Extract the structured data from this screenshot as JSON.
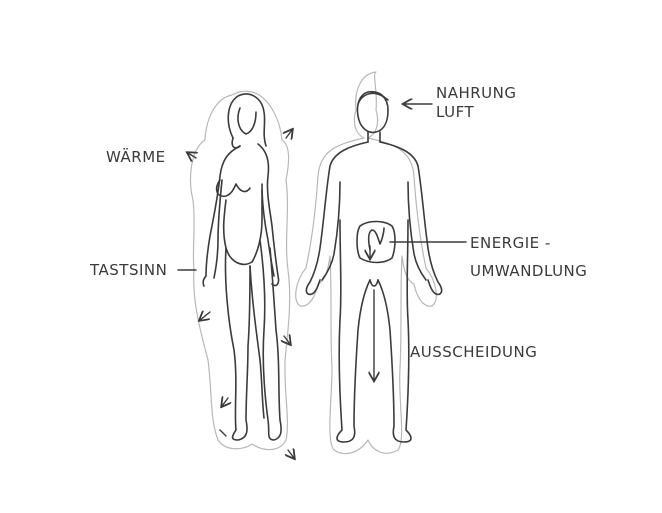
{
  "labels": {
    "waerme": "WÄRME",
    "tastsinn": "TASTSINN",
    "nahrung": "NAHRUNG",
    "luft": "LUFT",
    "energie_line1": "ENERGIE -",
    "energie_line2": "UMWANDLUNG",
    "ausscheidung": "AUSSCHEIDUNG"
  },
  "colors": {
    "ink": "#3b3b3b",
    "halo": "#b8b8b8",
    "background": "#ffffff"
  }
}
